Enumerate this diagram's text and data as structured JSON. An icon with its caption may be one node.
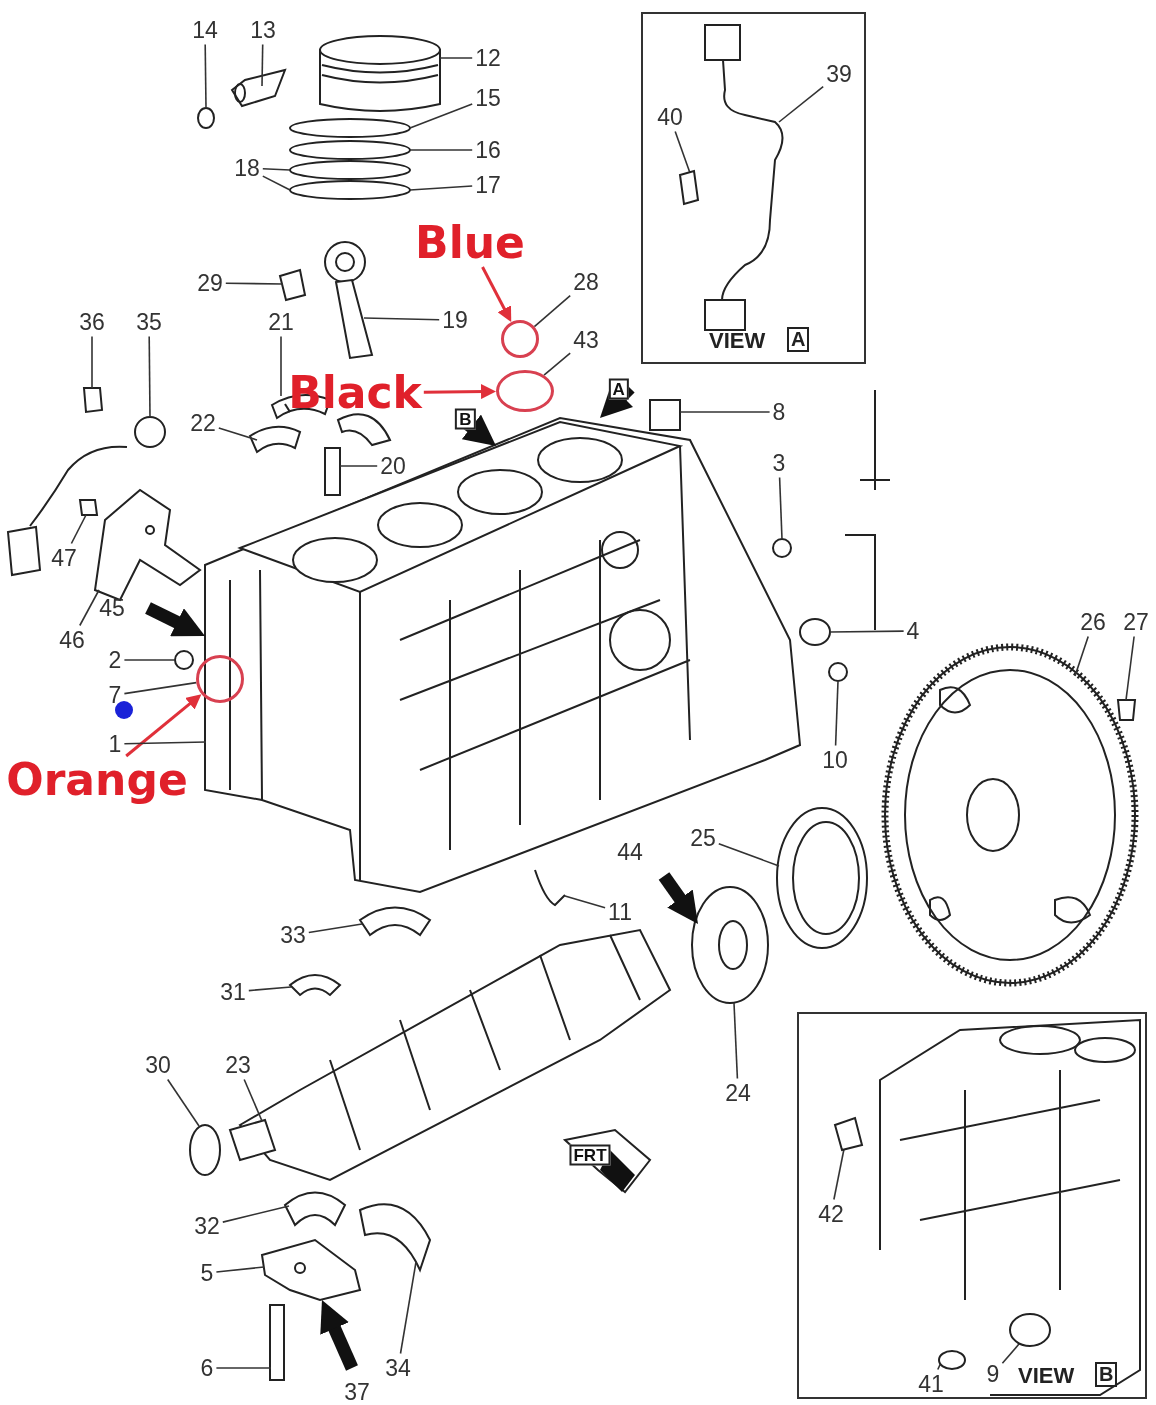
{
  "diagram": {
    "nodes": [
      {
        "text": [
          "14"
        ]
      },
      {
        "text": [
          "13"
        ]
      },
      {
        "text": [
          "12"
        ]
      },
      {
        "text": [
          "15"
        ]
      },
      {
        "text": [
          "16"
        ]
      },
      {
        "text": [
          "18"
        ]
      },
      {
        "text": [
          "17"
        ]
      },
      {
        "text": [
          "VIEW",
          "A"
        ]
      },
      {
        "text": [
          "39"
        ],
        "in": 7
      },
      {
        "text": [
          "40"
        ],
        "in": 7
      },
      {
        "text": [
          "Blue"
        ]
      },
      {
        "text": [
          "29"
        ]
      },
      {
        "text": [
          "28"
        ]
      },
      {
        "text": [
          "19"
        ]
      },
      {
        "text": [
          "36"
        ]
      },
      {
        "text": [
          "35"
        ]
      },
      {
        "text": [
          "21"
        ]
      },
      {
        "text": [],
        "shape": "circle"
      },
      {
        "text": [
          "43"
        ]
      },
      {
        "text": [
          "Black"
        ]
      },
      {
        "text": [],
        "shape": "circle"
      },
      {
        "text": [
          "8"
        ]
      },
      {
        "text": [
          "22"
        ]
      },
      {
        "text": [
          "20"
        ]
      },
      {
        "text": [
          "3"
        ]
      },
      {
        "text": [
          "47"
        ]
      },
      {
        "text": [
          "4"
        ]
      },
      {
        "text": [
          "26"
        ]
      },
      {
        "text": [
          "27"
        ]
      },
      {
        "text": [
          "46"
        ]
      },
      {
        "text": [
          "2"
        ]
      },
      {
        "text": [],
        "shape": "circle"
      },
      {
        "text": [
          "7"
        ]
      },
      {
        "text": [
          "1"
        ]
      },
      {
        "text": [
          "10"
        ]
      },
      {
        "text": [
          "Orange"
        ]
      },
      {
        "text": [
          "25"
        ]
      },
      {
        "text": [
          "11"
        ]
      },
      {
        "text": [
          "33"
        ]
      },
      {
        "text": [
          "31"
        ]
      },
      {
        "text": [
          "VIEW",
          "B"
        ]
      },
      {
        "text": [
          "30"
        ]
      },
      {
        "text": [
          "23"
        ]
      },
      {
        "text": [
          "24"
        ]
      },
      {
        "text": [
          "42"
        ],
        "in": 40
      },
      {
        "text": [
          "32"
        ]
      },
      {
        "text": [
          "5"
        ]
      },
      {
        "text": [
          "6"
        ]
      },
      {
        "text": [
          "34"
        ]
      },
      {
        "text": [
          "41"
        ],
        "in": 40
      },
      {
        "text": [
          "9"
        ],
        "in": 40
      },
      {
        "text": [],
        "shape": "circle"
      },
      {
        "text": [],
        "shape": "picture"
      },
      {
        "text": [],
        "shape": "picture"
      },
      {
        "text": [],
        "shape": "circle"
      },
      {
        "text": [],
        "shape": "circle"
      },
      {
        "text": [],
        "shape": "circle"
      },
      {
        "text": [],
        "shape": "circle"
      },
      {
        "text": [],
        "shape": "picture",
        "in": 7
      },
      {
        "text": [],
        "shape": "box",
        "in": 7
      },
      {
        "text": [],
        "shape": "box"
      },
      {
        "text": [],
        "shape": "picture"
      },
      {
        "text": [],
        "shape": "box"
      },
      {
        "text": [],
        "shape": "circle"
      },
      {
        "text": [],
        "shape": "picture"
      },
      {
        "text": [],
        "shape": "picture"
      },
      {
        "text": [],
        "shape": "box"
      },
      {
        "text": [],
        "shape": "box"
      },
      {
        "text": [],
        "shape": "circle"
      },
      {
        "text": [],
        "shape": "box"
      },
      {
        "text": [],
        "shape": "circle"
      },
      {
        "text": [],
        "shape": "picture"
      },
      {
        "text": [],
        "shape": "box"
      },
      {
        "text": [],
        "shape": "picture"
      },
      {
        "text": [],
        "shape": "circle"
      },
      {
        "text": [],
        "shape": "picture"
      },
      {
        "text": [],
        "shape": "circle"
      },
      {
        "text": [],
        "shape": "picture"
      },
      {
        "text": [],
        "shape": "picture"
      },
      {
        "text": [],
        "shape": "picture"
      },
      {
        "text": [],
        "shape": "picture"
      },
      {
        "text": [],
        "shape": "circle"
      },
      {
        "text": [],
        "shape": "picture"
      },
      {
        "text": [],
        "shape": "picture"
      },
      {
        "text": [],
        "shape": "box",
        "in": 40
      },
      {
        "text": [],
        "shape": "picture"
      },
      {
        "text": [],
        "shape": "picture"
      },
      {
        "text": [],
        "shape": "box"
      },
      {
        "text": [],
        "shape": "picture"
      },
      {
        "text": [],
        "shape": "circle",
        "in": 40
      },
      {
        "text": [],
        "shape": "circle",
        "in": 40
      }
    ],
    "edges": [
      {
        "from": 0,
        "to": 51,
        "arrow": "none"
      },
      {
        "from": 1,
        "to": 52,
        "arrow": "none"
      },
      {
        "from": 2,
        "to": 53,
        "arrow": "none"
      },
      {
        "from": 3,
        "to": 54,
        "arrow": "none"
      },
      {
        "from": 4,
        "to": 55,
        "arrow": "none"
      },
      {
        "from": 5,
        "to": 56,
        "arrow": "none"
      },
      {
        "from": 5,
        "to": 57,
        "arrow": "none"
      },
      {
        "from": 6,
        "to": 57,
        "arrow": "none"
      },
      {
        "from": 8,
        "to": 58,
        "arrow": "none"
      },
      {
        "from": 9,
        "to": 59,
        "arrow": "none"
      },
      {
        "from": 10,
        "to": 17,
        "arrow": "to",
        "color": "#e0303a"
      },
      {
        "from": 11,
        "to": 60,
        "arrow": "none"
      },
      {
        "from": 12,
        "to": 17,
        "arrow": "none"
      },
      {
        "from": 13,
        "to": 61,
        "arrow": "none"
      },
      {
        "from": 14,
        "to": 62,
        "arrow": "none"
      },
      {
        "from": 15,
        "to": 63,
        "arrow": "none"
      },
      {
        "from": 16,
        "to": 64,
        "arrow": "none"
      },
      {
        "from": 18,
        "to": 20,
        "arrow": "none"
      },
      {
        "from": 19,
        "to": 20,
        "arrow": "to",
        "color": "#e0303a"
      },
      {
        "from": null,
        "to": 75,
        "arrow": "to",
        "style": "thick",
        "label": "A"
      },
      {
        "from": null,
        "to": 75,
        "arrow": "to",
        "style": "thick",
        "label": "B"
      },
      {
        "from": 21,
        "to": 67,
        "arrow": "none"
      },
      {
        "from": 22,
        "to": 65,
        "arrow": "none"
      },
      {
        "from": 23,
        "to": 66,
        "arrow": "none"
      },
      {
        "from": 24,
        "to": 68,
        "arrow": "none"
      },
      {
        "from": 25,
        "to": 69,
        "arrow": "none"
      },
      {
        "from": 26,
        "to": 70,
        "arrow": "none"
      },
      {
        "from": 27,
        "to": 71,
        "arrow": "none"
      },
      {
        "from": 28,
        "to": 72,
        "arrow": "none"
      },
      {
        "from": 29,
        "to": 73,
        "arrow": "none"
      },
      {
        "from": null,
        "to": 75,
        "arrow": "to",
        "style": "thick"
      },
      {
        "from": 30,
        "to": 74,
        "arrow": "none"
      },
      {
        "from": 32,
        "to": 31,
        "arrow": "none"
      },
      {
        "from": 35,
        "to": 31,
        "arrow": "to",
        "color": "#e0303a"
      },
      {
        "from": 33,
        "to": 75,
        "arrow": "none"
      },
      {
        "from": 34,
        "to": 76,
        "arrow": "none"
      },
      {
        "from": 36,
        "to": 77,
        "arrow": "none"
      },
      {
        "from": null,
        "to": 83,
        "arrow": "to",
        "style": "thick"
      },
      {
        "from": 37,
        "to": 78,
        "arrow": "none"
      },
      {
        "from": 38,
        "to": 79,
        "arrow": "none"
      },
      {
        "from": 39,
        "to": 80,
        "arrow": "none"
      },
      {
        "from": 41,
        "to": 81,
        "arrow": "none"
      },
      {
        "from": 42,
        "to": 82,
        "arrow": "none"
      },
      {
        "from": 43,
        "to": 83,
        "arrow": "none"
      },
      {
        "from": 44,
        "to": 84,
        "arrow": "none"
      },
      {
        "from": 45,
        "to": 85,
        "arrow": "none"
      },
      {
        "from": 46,
        "to": 86,
        "arrow": "none"
      },
      {
        "from": null,
        "to": 86,
        "arrow": "to",
        "style": "thick"
      },
      {
        "from": 47,
        "to": 87,
        "arrow": "none"
      },
      {
        "from": 48,
        "to": 88,
        "arrow": "none"
      },
      {
        "from": 49,
        "to": 89,
        "arrow": "none"
      },
      {
        "from": 50,
        "to": 90,
        "arrow": "none"
      }
    ],
    "labels": [
      "45",
      "44",
      "FRT",
      "37"
    ]
  }
}
